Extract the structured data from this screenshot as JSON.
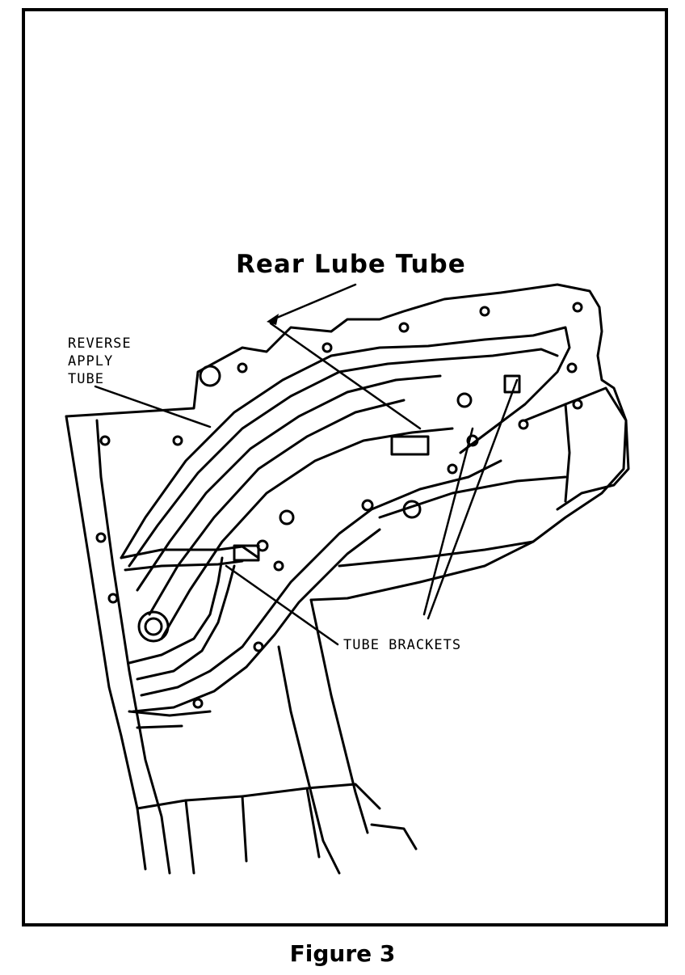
{
  "labels": {
    "rear_lube_tube": "Rear Lube Tube",
    "reverse_apply_line1": "REVERSE",
    "reverse_apply_line2": "APPLY",
    "reverse_apply_line3": "TUBE",
    "tube_brackets": "TUBE BRACKETS"
  },
  "caption": "Figure 3"
}
